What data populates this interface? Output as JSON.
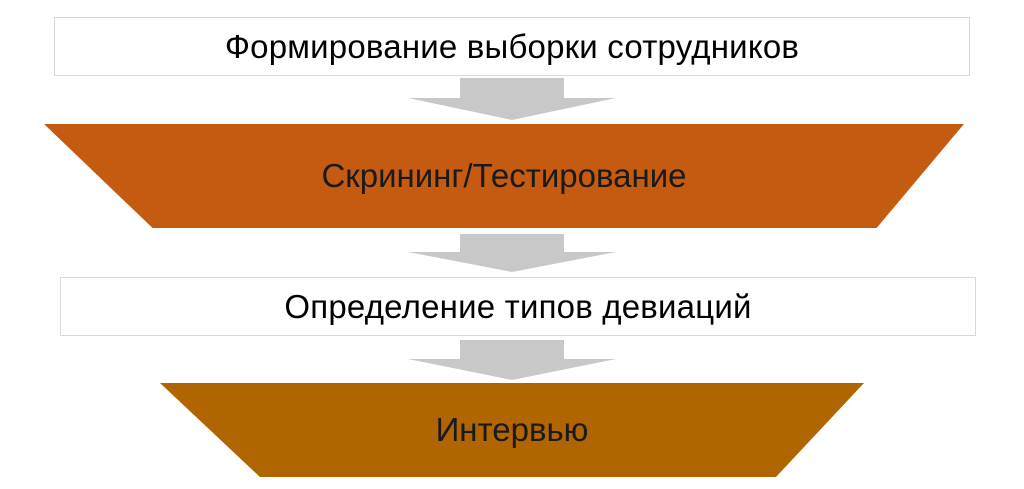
{
  "steps": [
    {
      "label": "Формирование выборки сотрудников"
    },
    {
      "label": "Скрининг/Тестирование",
      "fill": "#c55a11"
    },
    {
      "label": "Определение типов девиаций"
    },
    {
      "label": "Интервью",
      "fill": "#b06500"
    }
  ],
  "colors": {
    "arrow": "#c8c8c8",
    "box_border": "#d9d9d9",
    "screening_fill": "#c55a11",
    "interview_fill": "#b06500"
  }
}
